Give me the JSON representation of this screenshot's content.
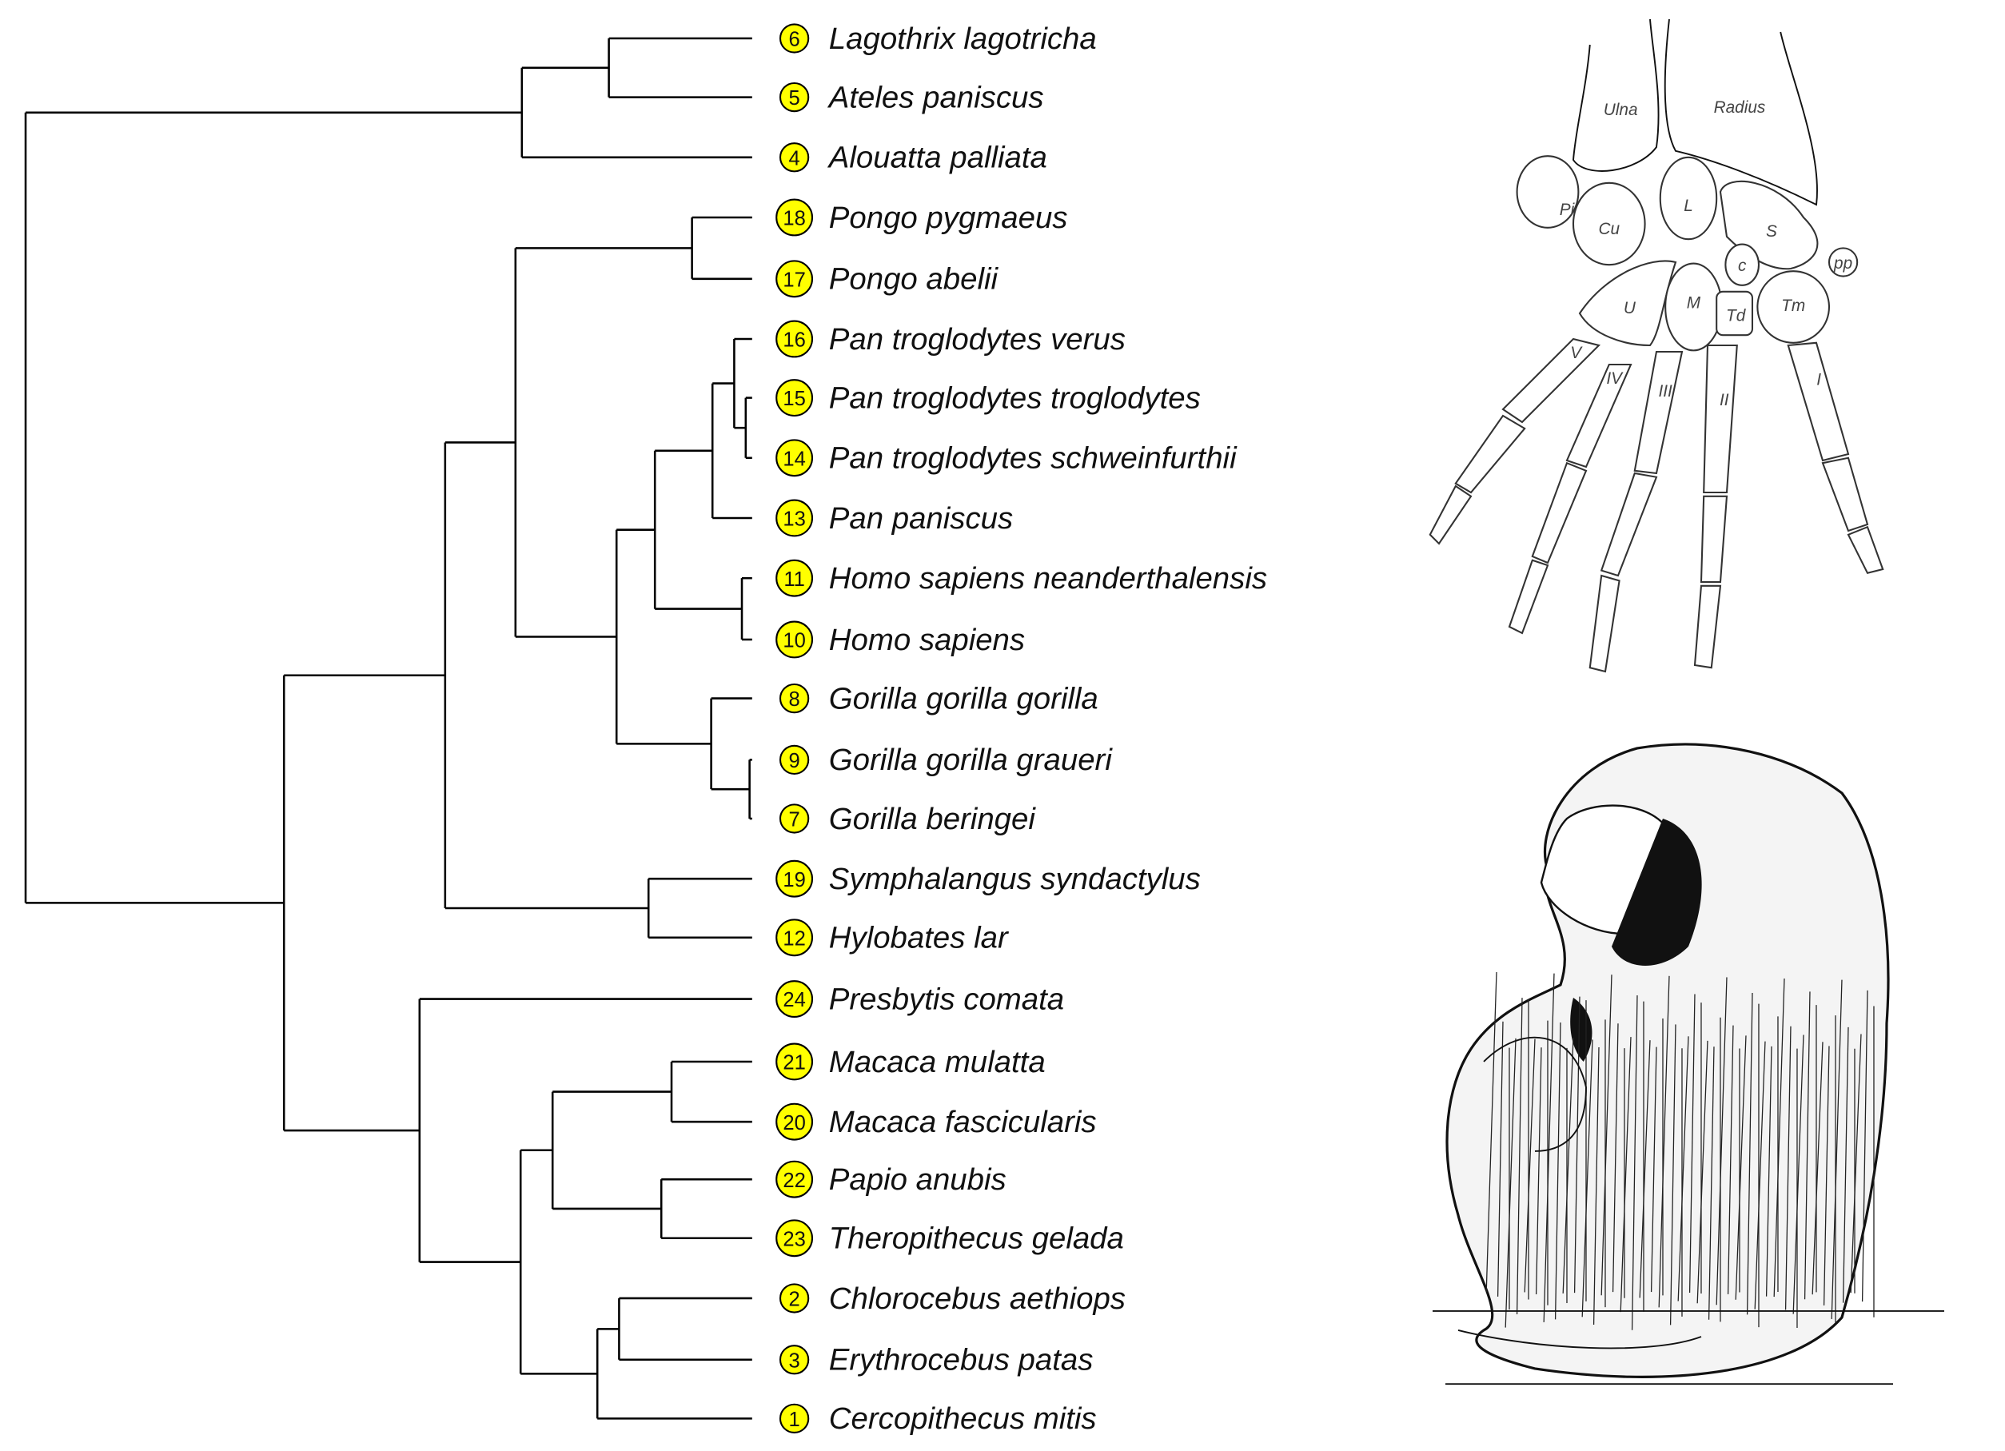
{
  "colors": {
    "marker_fill": "#ffff00",
    "marker_stroke": "#000000",
    "branch": "#000000"
  },
  "leaves": [
    {
      "num": "6",
      "name": "Lagothrix lagotricha"
    },
    {
      "num": "5",
      "name": "Ateles paniscus"
    },
    {
      "num": "4",
      "name": "Alouatta palliata"
    },
    {
      "num": "18",
      "name": "Pongo pygmaeus"
    },
    {
      "num": "17",
      "name": "Pongo abelii"
    },
    {
      "num": "16",
      "name": "Pan troglodytes verus"
    },
    {
      "num": "15",
      "name": "Pan troglodytes troglodytes"
    },
    {
      "num": "14",
      "name": "Pan troglodytes schweinfurthii"
    },
    {
      "num": "13",
      "name": "Pan paniscus"
    },
    {
      "num": "11",
      "name": "Homo sapiens neanderthalensis"
    },
    {
      "num": "10",
      "name": "Homo sapiens"
    },
    {
      "num": "8",
      "name": "Gorilla gorilla gorilla"
    },
    {
      "num": "9",
      "name": "Gorilla gorilla graueri"
    },
    {
      "num": "7",
      "name": "Gorilla beringei"
    },
    {
      "num": "19",
      "name": "Symphalangus syndactylus"
    },
    {
      "num": "12",
      "name": "Hylobates lar"
    },
    {
      "num": "24",
      "name": "Presbytis comata"
    },
    {
      "num": "21",
      "name": "Macaca mulatta"
    },
    {
      "num": "20",
      "name": "Macaca fascicularis"
    },
    {
      "num": "22",
      "name": "Papio anubis"
    },
    {
      "num": "23",
      "name": "Theropithecus gelada"
    },
    {
      "num": "2",
      "name": "Chlorocebus aethiops"
    },
    {
      "num": "3",
      "name": "Erythrocebus patas"
    },
    {
      "num": "1",
      "name": "Cercopithecus mitis"
    }
  ],
  "hand_labels": [
    "Ulna",
    "Radius",
    "Pi",
    "Cu",
    "L",
    "S",
    "pp",
    "c",
    "U",
    "M",
    "Td",
    "Tm",
    "V",
    "IV",
    "III",
    "II",
    "I"
  ]
}
